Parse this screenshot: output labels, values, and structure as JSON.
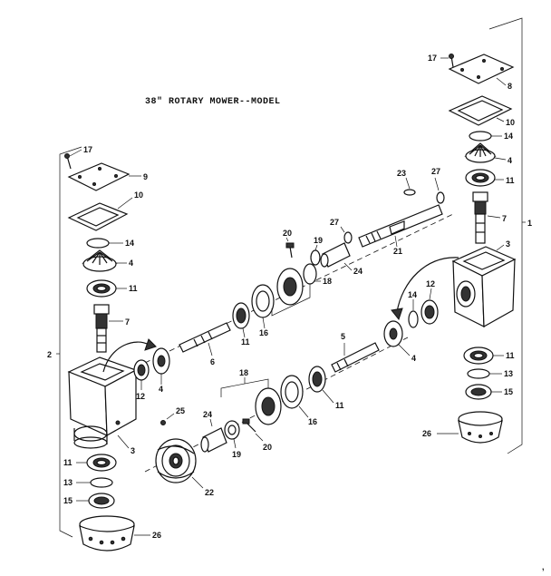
{
  "title": "38\" ROTARY MOWER--MODEL",
  "labels": {
    "p1": "1",
    "p2": "2",
    "p3": "3",
    "p4": "4",
    "p5": "5",
    "p6": "6",
    "p7": "7",
    "p8": "8",
    "p9": "9",
    "p10": "10",
    "p11": "11",
    "p12": "12",
    "p13": "13",
    "p14": "14",
    "p15": "15",
    "p16": "16",
    "p17": "17",
    "p18": "18",
    "p19": "19",
    "p20": "20",
    "p21": "21",
    "p22": "22",
    "p23": "23",
    "p24": "24",
    "p25": "25",
    "p26": "26",
    "p27": "27"
  }
}
